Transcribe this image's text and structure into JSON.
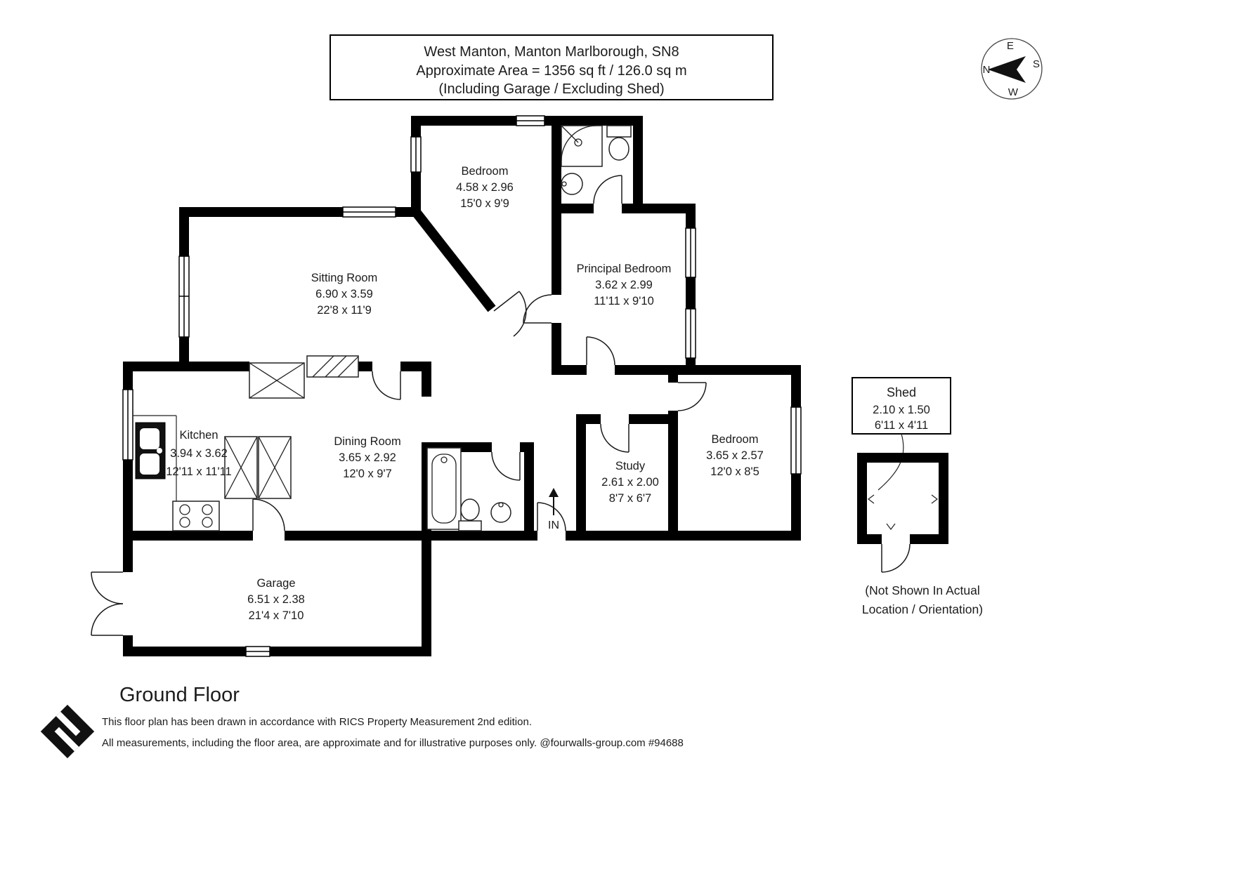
{
  "title_box": {
    "line1": "West Manton, Manton Marlborough, SN8",
    "line2": "Approximate Area = 1356 sq ft / 126.0 sq m",
    "line3": "(Including Garage / Excluding Shed)"
  },
  "compass": {
    "n": "N",
    "e": "E",
    "s": "S",
    "w": "W"
  },
  "rooms": [
    {
      "name": "Bedroom",
      "metric": "4.58 x 2.96",
      "imperial": "15'0 x 9'9"
    },
    {
      "name": "Sitting Room",
      "metric": "6.90 x 3.59",
      "imperial": "22'8 x 11'9"
    },
    {
      "name": "Principal Bedroom",
      "metric": "3.62 x 2.99",
      "imperial": "11'11 x 9'10"
    },
    {
      "name": "Kitchen",
      "metric": "3.94 x 3.62",
      "imperial": "12'11 x 11'11"
    },
    {
      "name": "Dining Room",
      "metric": "3.65 x 2.92",
      "imperial": "12'0 x 9'7"
    },
    {
      "name": "Study",
      "metric": "2.61 x 2.00",
      "imperial": "8'7 x 6'7"
    },
    {
      "name": "Bedroom",
      "metric": "3.65 x 2.57",
      "imperial": "12'0 x 8'5"
    },
    {
      "name": "Garage",
      "metric": "6.51 x 2.38",
      "imperial": "21'4 x 7'10"
    }
  ],
  "shed": {
    "name": "Shed",
    "metric": "2.10 x 1.50",
    "imperial": "6'11 x 4'11",
    "note1": "(Not Shown In Actual",
    "note2": "Location / Orientation)"
  },
  "entrance_label": "IN",
  "floor_label": "Ground Floor",
  "footer": {
    "line1": "This floor plan has been drawn in accordance with RICS Property Measurement 2nd edition.",
    "line2": "All measurements, including the floor area, are approximate and for illustrative purposes only. @fourwalls-group.com #94688"
  }
}
